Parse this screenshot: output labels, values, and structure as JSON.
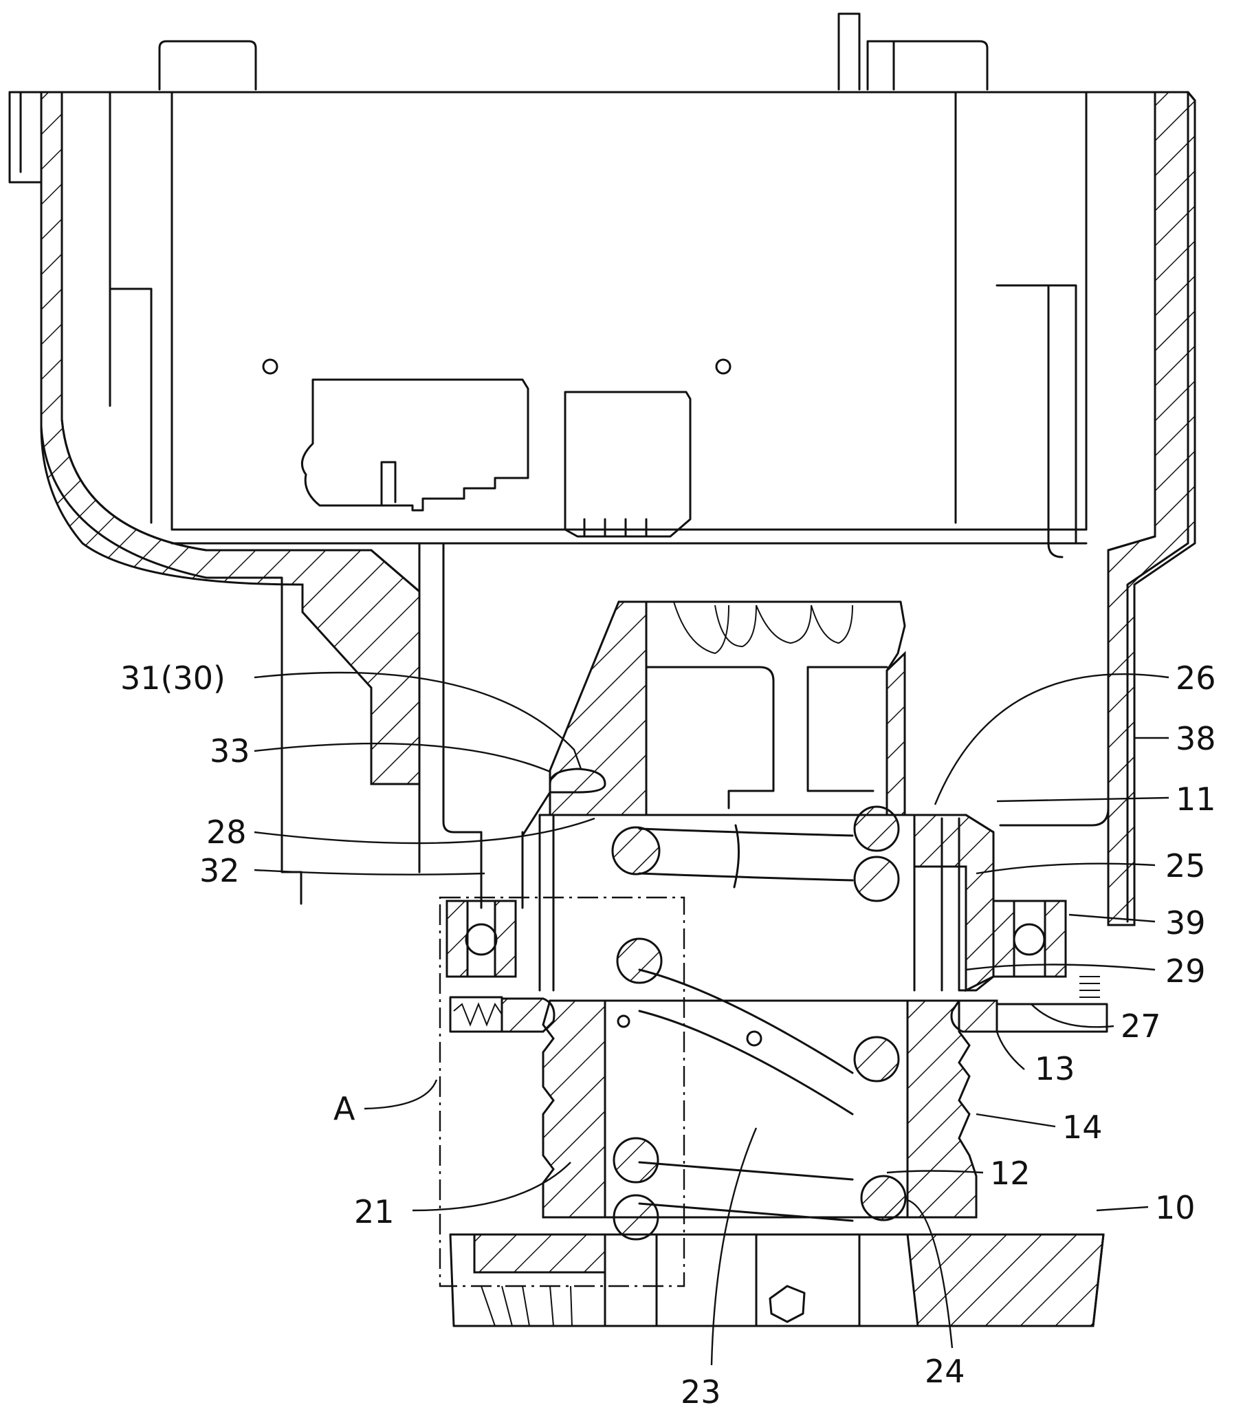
{
  "labels": {
    "l_31_30": "31(30)",
    "l_33": "33",
    "l_28": "28",
    "l_32": "32",
    "l_26": "26",
    "l_38": "38",
    "l_11": "11",
    "l_25": "25",
    "l_39": "39",
    "l_29": "29",
    "l_27": "27",
    "l_13": "13",
    "l_14": "14",
    "l_12": "12",
    "l_10": "10",
    "l_A": "A",
    "l_21": "21",
    "l_23": "23",
    "l_24": "24"
  }
}
